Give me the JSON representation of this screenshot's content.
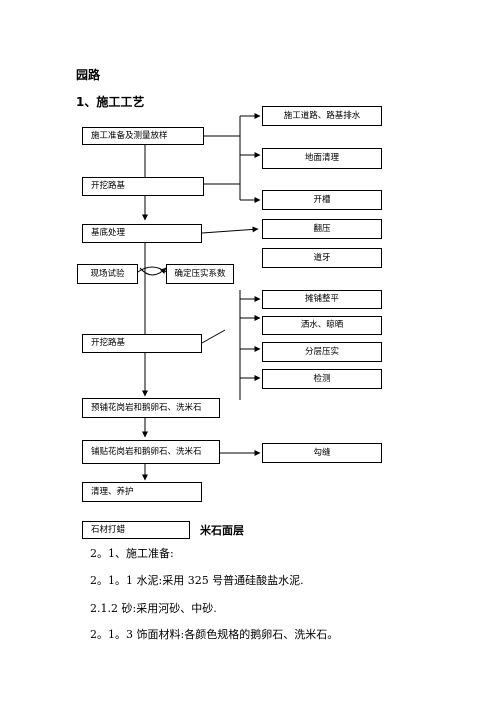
{
  "headings": {
    "section": "园路",
    "subsection": "1、施工工艺",
    "partial_title": "米石面层"
  },
  "left_steps": [
    "施工准备及测量放样",
    "开挖路基",
    "基底处理",
    "开挖路基",
    "预铺花岗岩和鹅卵石、洗米石",
    "铺贴花岗岩和鹅卵石、洗米石",
    "清理、养护",
    "石材打蜡"
  ],
  "trial": {
    "test_label": "现场试验",
    "coef_label": "确定压实系数"
  },
  "right_steps": [
    "施工道路、路基排水",
    "地面清理",
    "开槽",
    "翻压",
    "道牙",
    "摊铺整平",
    "洒水、晾晒",
    "分层压实",
    "检测",
    "勾缝"
  ],
  "paragraphs": [
    "2。1、施工准备:",
    "2。1。1 水泥:采用 325 号普通硅酸盐水泥.",
    "2.1.2 砂:采用河砂、中砂.",
    "2。1。3 饰面材料:各颜色规格的鹅卵石、洗米石。"
  ]
}
